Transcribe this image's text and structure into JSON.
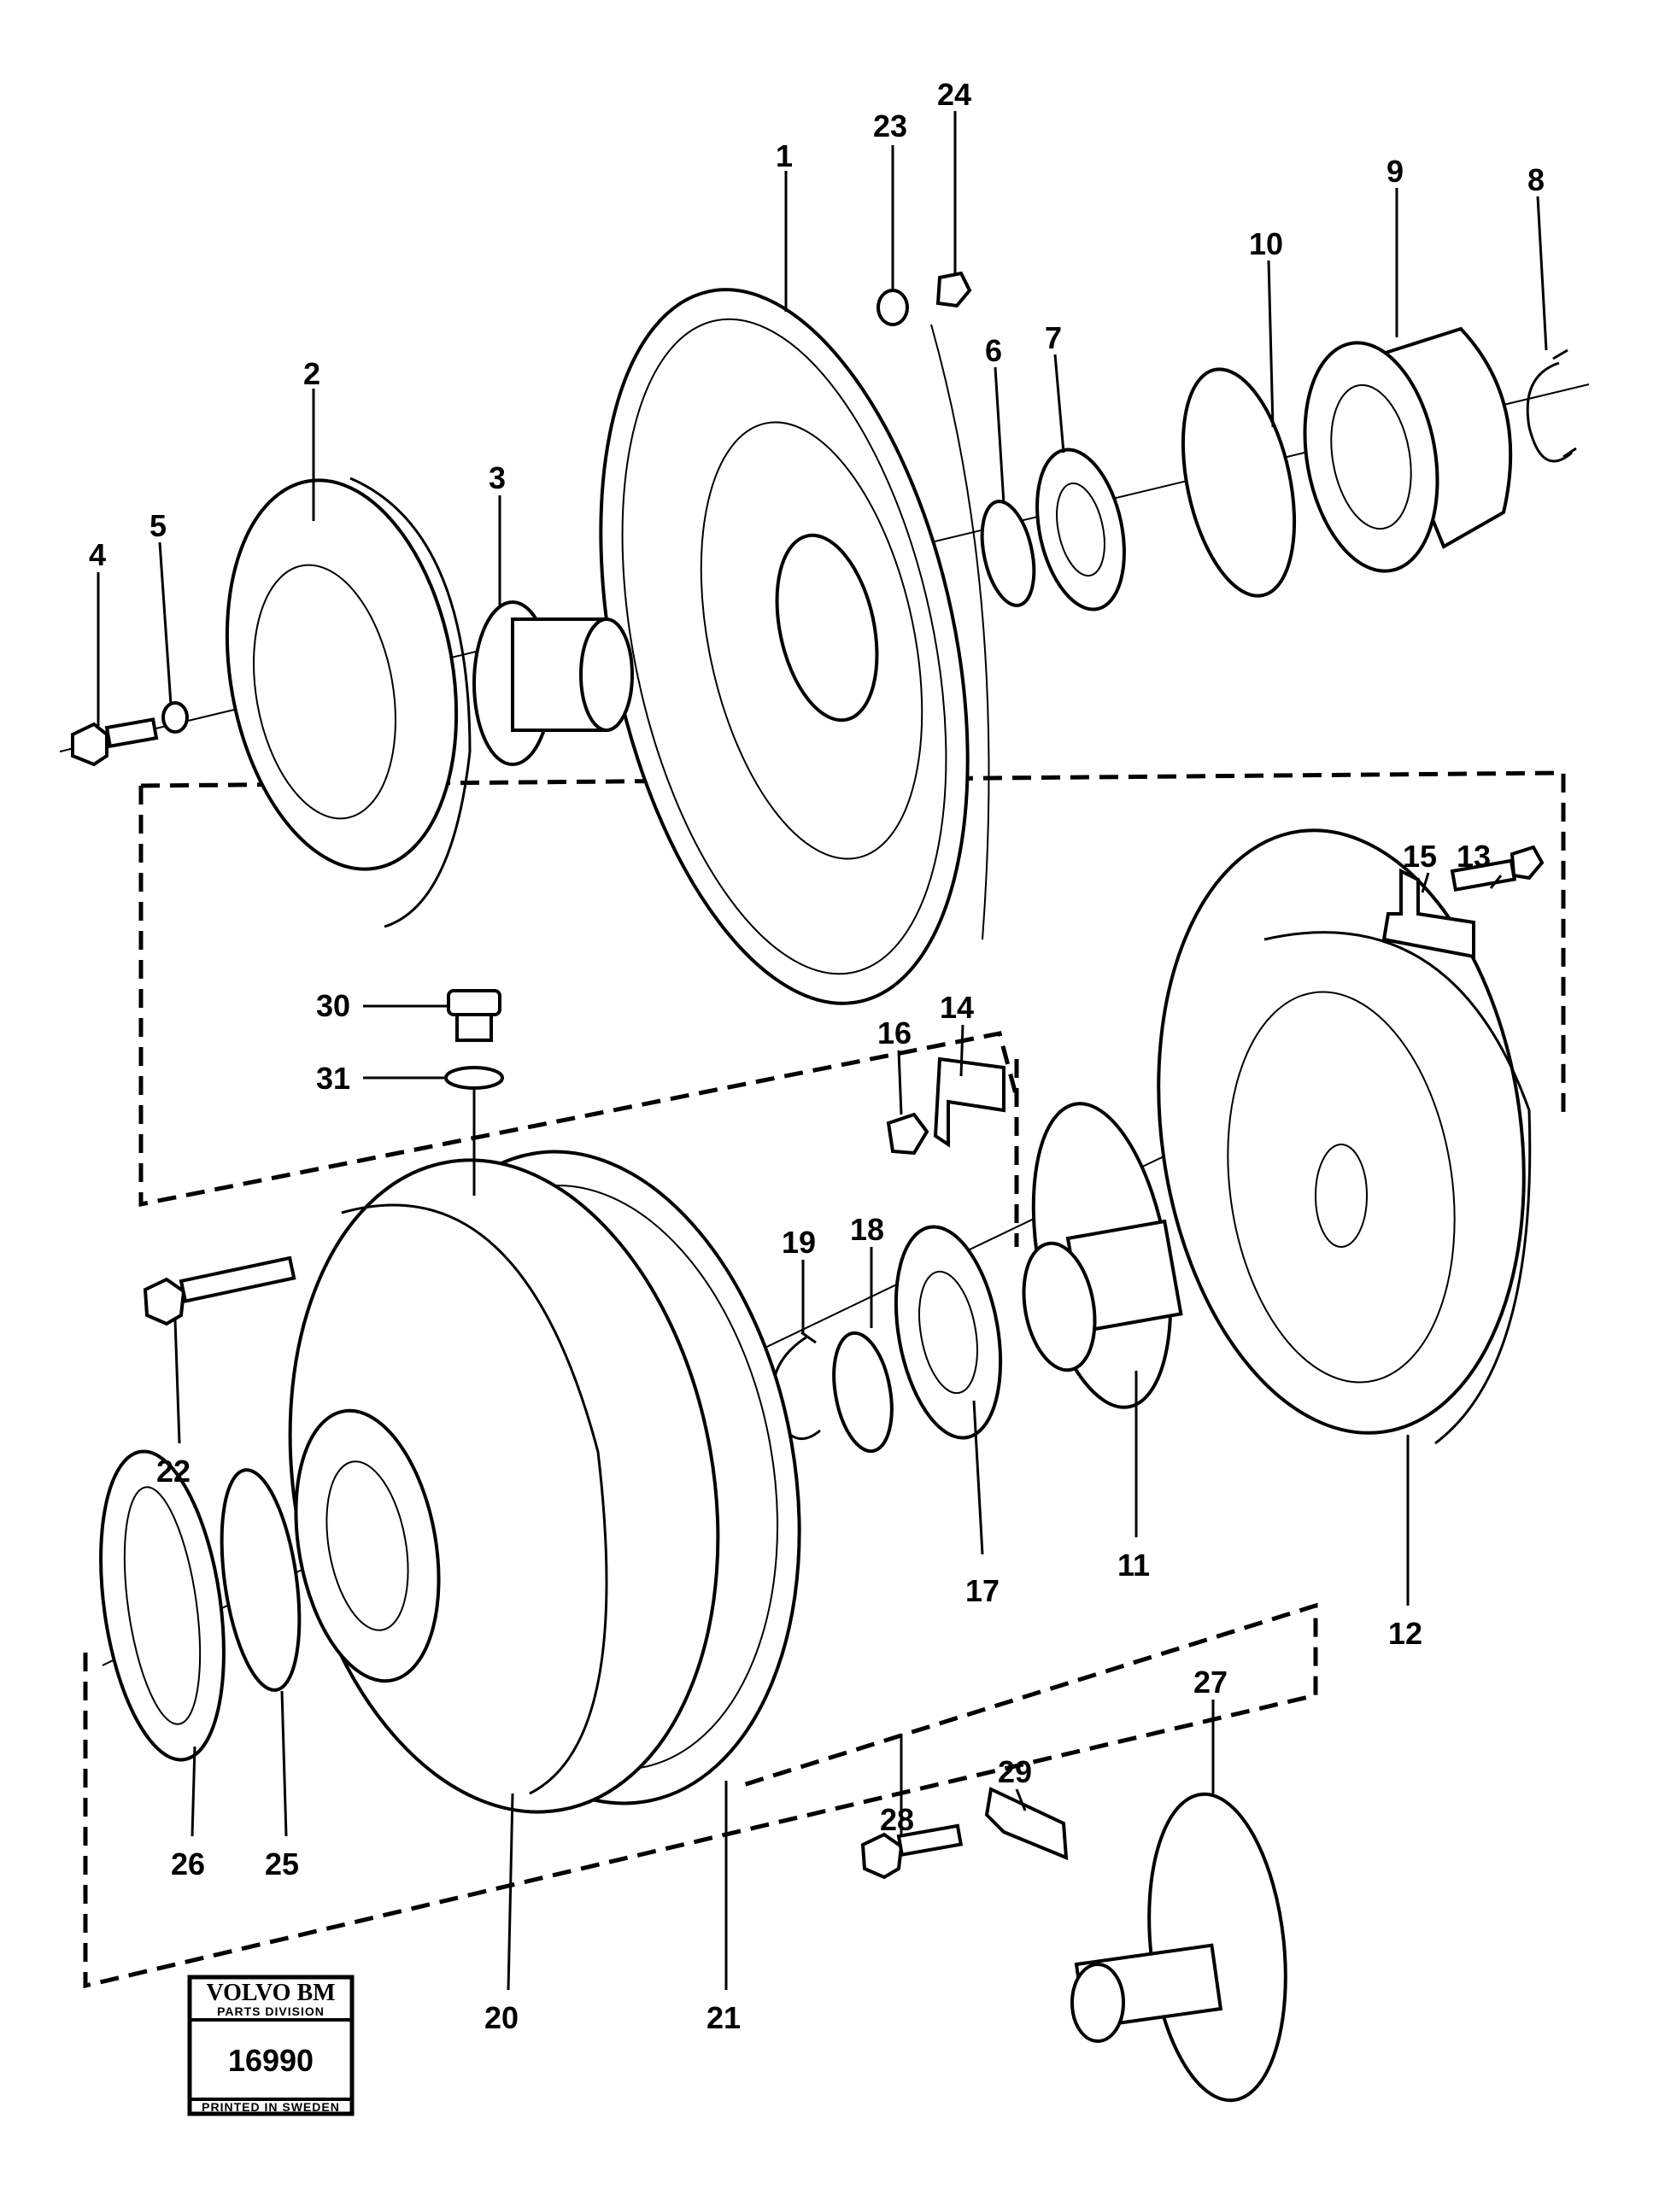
{
  "callouts": [
    {
      "n": "1"
    },
    {
      "n": "2"
    },
    {
      "n": "3"
    },
    {
      "n": "4"
    },
    {
      "n": "5"
    },
    {
      "n": "6"
    },
    {
      "n": "7"
    },
    {
      "n": "8"
    },
    {
      "n": "9"
    },
    {
      "n": "10"
    },
    {
      "n": "11"
    },
    {
      "n": "12"
    },
    {
      "n": "13"
    },
    {
      "n": "14"
    },
    {
      "n": "15"
    },
    {
      "n": "16"
    },
    {
      "n": "17"
    },
    {
      "n": "18"
    },
    {
      "n": "19"
    },
    {
      "n": "20"
    },
    {
      "n": "21"
    },
    {
      "n": "22"
    },
    {
      "n": "23"
    },
    {
      "n": "24"
    },
    {
      "n": "25"
    },
    {
      "n": "26"
    },
    {
      "n": "27"
    },
    {
      "n": "28"
    },
    {
      "n": "29"
    },
    {
      "n": "30"
    },
    {
      "n": "31"
    }
  ],
  "stamp": {
    "brand": "VOLVO BM",
    "division": "PARTS DIVISION",
    "number": "16990",
    "printed": "PRINTED IN SWEDEN"
  }
}
